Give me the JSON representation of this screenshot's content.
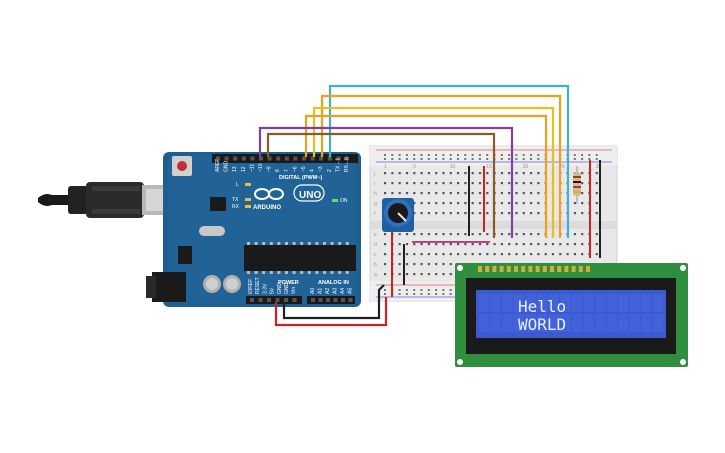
{
  "arduino": {
    "logo_text": "ARDUINO",
    "model": "UNO",
    "digital_label": "DIGITAL (PWM~)",
    "power_label": "POWER",
    "analog_label": "ANALOG IN",
    "on_label": "ON",
    "tx_label": "TX",
    "rx_label": "RX",
    "l_label": "L",
    "digital_pins": [
      "AREF",
      "GND",
      "13",
      "12",
      "~11",
      "~10",
      "~9",
      "8",
      "7",
      "~6",
      "~5",
      "4",
      "~3",
      "2",
      "TX→1",
      "RX←0"
    ],
    "power_pins": [
      "IOREF",
      "RESET",
      "3.3V",
      "5V",
      "GND",
      "GND",
      "Vin"
    ],
    "analog_pins": [
      "A0",
      "A1",
      "A2",
      "A3",
      "A4",
      "A5"
    ]
  },
  "breadboard": {
    "row_labels_top": [
      "j",
      "i",
      "h",
      "g",
      "f"
    ],
    "row_labels_bottom": [
      "e",
      "d",
      "c",
      "b",
      "a"
    ],
    "column_numbers": [
      "1",
      "5",
      "10",
      "15",
      "20",
      "25",
      "30"
    ]
  },
  "lcd": {
    "line1": "Hello",
    "line2": "WORLD"
  },
  "colors": {
    "board": "#1f5f8f",
    "wire_orange": "#f0a020",
    "wire_yellow": "#e8c020",
    "wire_cyan": "#40b0d0",
    "wire_purple": "#8040a0",
    "wire_brown": "#8b5a2b",
    "wire_red": "#d02020",
    "wire_black": "#202020",
    "wire_pink": "#c04080",
    "lcd_pcb": "#2f8f3f",
    "lcd_screen": "#3a5ad0"
  }
}
